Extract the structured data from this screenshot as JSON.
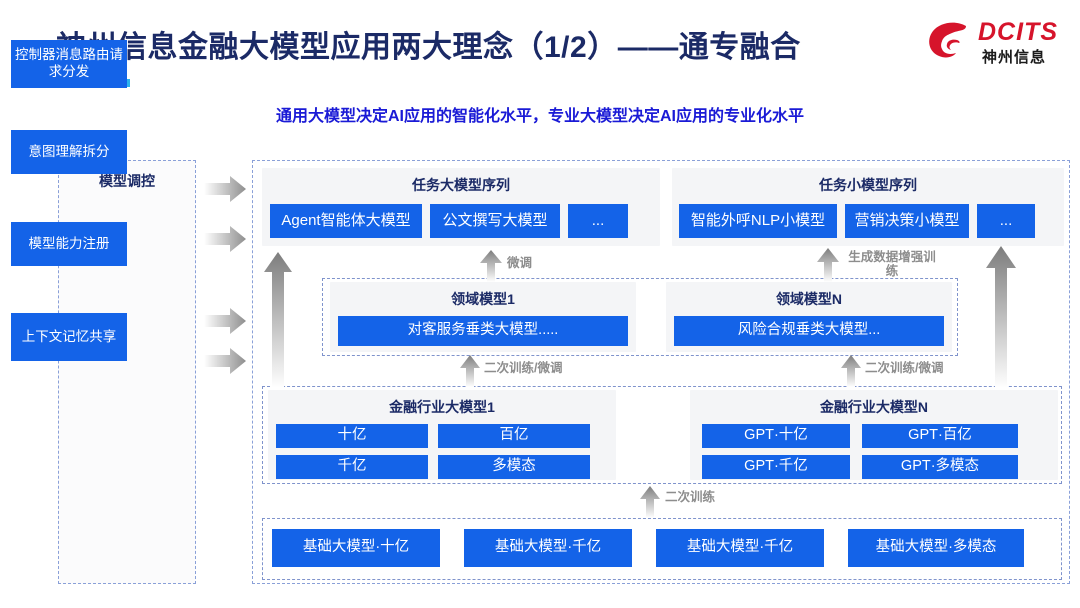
{
  "header": {
    "title": "神州信息金融大模型应用两大理念（1/2）——通专融合",
    "subtitle": "通用大模型决定AI应用的智能化水平，专业大模型决定AI应用的专业化水平",
    "logo": {
      "brand": "DCITS",
      "brand_cn": "神州信息"
    },
    "accent_colors": [
      "#13138f",
      "#1570d8",
      "#2bb3ee"
    ],
    "title_color": "#1b2a66",
    "subtitle_color": "#1a1ad6",
    "brand_color": "#d6142b"
  },
  "theme": {
    "box_blue": "#1463e8",
    "panel_gray": "#f4f5f7",
    "dashed_border": "#8aa0d8",
    "arrow_gray": "#9a9a9a"
  },
  "sidebar": {
    "title": "模型调控",
    "items": [
      {
        "label": "控制器消息路由请求分发"
      },
      {
        "label": "意图理解拆分"
      },
      {
        "label": "模型能力注册"
      },
      {
        "label": "上下文记忆共享"
      }
    ]
  },
  "task_sequences": [
    {
      "title": "任务大模型序列",
      "boxes": [
        "Agent智能体大模型",
        "公文撰写大模型",
        "..."
      ]
    },
    {
      "title": "任务小模型序列",
      "boxes": [
        "智能外呼NLP小模型",
        "营销决策小模型",
        "..."
      ]
    }
  ],
  "domain_models": [
    {
      "title": "领域模型1",
      "box": "对客服务垂类大模型....."
    },
    {
      "title": "领域模型N",
      "box": "风险合规垂类大模型..."
    }
  ],
  "industry_models": [
    {
      "title": "金融行业大模型1",
      "boxes": [
        "十亿",
        "百亿",
        "千亿",
        "多模态"
      ]
    },
    {
      "title": "金融行业大模型N",
      "boxes": [
        "GPT·十亿",
        "GPT·百亿",
        "GPT·千亿",
        "GPT·多模态"
      ]
    }
  ],
  "base_models": [
    "基础大模型·十亿",
    "基础大模型·千亿",
    "基础大模型·千亿",
    "基础大模型·多模态"
  ],
  "arrow_labels": {
    "fine_tune": "微调",
    "data_augment": "生成数据增强训练",
    "retrain_finetune_left": "二次训练/微调",
    "retrain_finetune_right": "二次训练/微调",
    "retrain": "二次训练"
  }
}
